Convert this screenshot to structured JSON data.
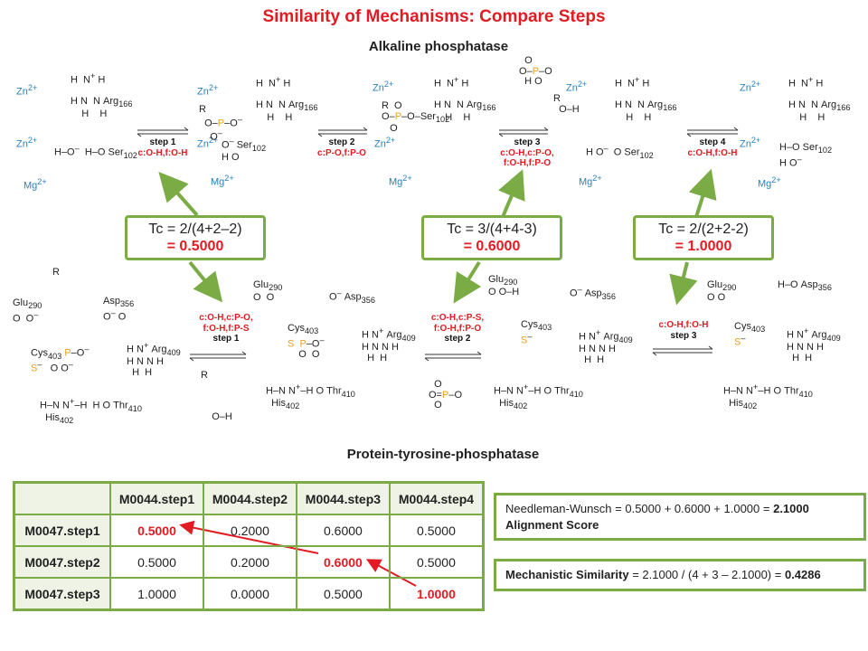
{
  "title": "Similarity of Mechanisms: Compare Steps",
  "top_section": {
    "title": "Alkaline phosphatase",
    "steps": [
      {
        "label": "step 1",
        "ops": [
          "c:O-H,f:O-H"
        ]
      },
      {
        "label": "step 2",
        "ops": [
          "c:P-O,f:P-O"
        ]
      },
      {
        "label": "step 3",
        "ops": [
          "c:O-H,c:P-O,",
          "f:O-H,f:P-O"
        ]
      },
      {
        "label": "step 4",
        "ops": [
          "c:O-H,f:O-H"
        ]
      }
    ],
    "ions": {
      "zn": "Zn2+",
      "mg": "Mg2+"
    },
    "residues": {
      "arg": "Arg166",
      "ser": "Ser102"
    }
  },
  "bottom_section": {
    "title": "Protein-tyrosine-phosphatase",
    "steps": [
      {
        "label": "step 1",
        "ops": [
          "c:O-H,c:P-O,",
          "f:O-H,f:P-S"
        ]
      },
      {
        "label": "step 2",
        "ops": [
          "c:O-H,c:P-S,",
          "f:O-H,f:P-O"
        ]
      },
      {
        "label": "step 3",
        "ops": [
          "c:O-H,f:O-H"
        ]
      }
    ],
    "residues": {
      "glu": "Glu290",
      "asp": "Asp356",
      "cys": "Cys403",
      "arg": "Arg409",
      "his": "His402",
      "thr": "Thr410"
    }
  },
  "tc_boxes": [
    {
      "formula": "Tc = 2/(4+2–2)",
      "value": "= 0.5000"
    },
    {
      "formula": "Tc = 3/(4+4-3)",
      "value": "= 0.6000"
    },
    {
      "formula": "Tc = 2/(2+2-2)",
      "value": "= 1.0000"
    }
  ],
  "table": {
    "columns": [
      "M0044.step1",
      "M0044.step2",
      "M0044.step3",
      "M0044.step4"
    ],
    "rows": [
      {
        "label": "M0047.step1",
        "values": [
          "0.5000",
          "0.2000",
          "0.6000",
          "0.5000"
        ]
      },
      {
        "label": "M0047.step2",
        "values": [
          "0.5000",
          "0.2000",
          "0.6000",
          "0.5000"
        ]
      },
      {
        "label": "M0047.step3",
        "values": [
          "1.0000",
          "0.0000",
          "0.5000",
          "1.0000"
        ]
      }
    ]
  },
  "nw_box": {
    "text": "Needleman-Wunsch = 0.5000 + 0.6000 + 1.0000 =",
    "result": "2.1000",
    "label": "Alignment Score"
  },
  "ms_box": {
    "label": "Mechanistic Similarity",
    "text": "= 2.1000 / (4 + 3 – 2.1000) =",
    "result": "0.4286"
  },
  "colors": {
    "accent_red": "#e21b23",
    "green": "#7aab45",
    "zinc_blue": "#2a7fb8"
  }
}
